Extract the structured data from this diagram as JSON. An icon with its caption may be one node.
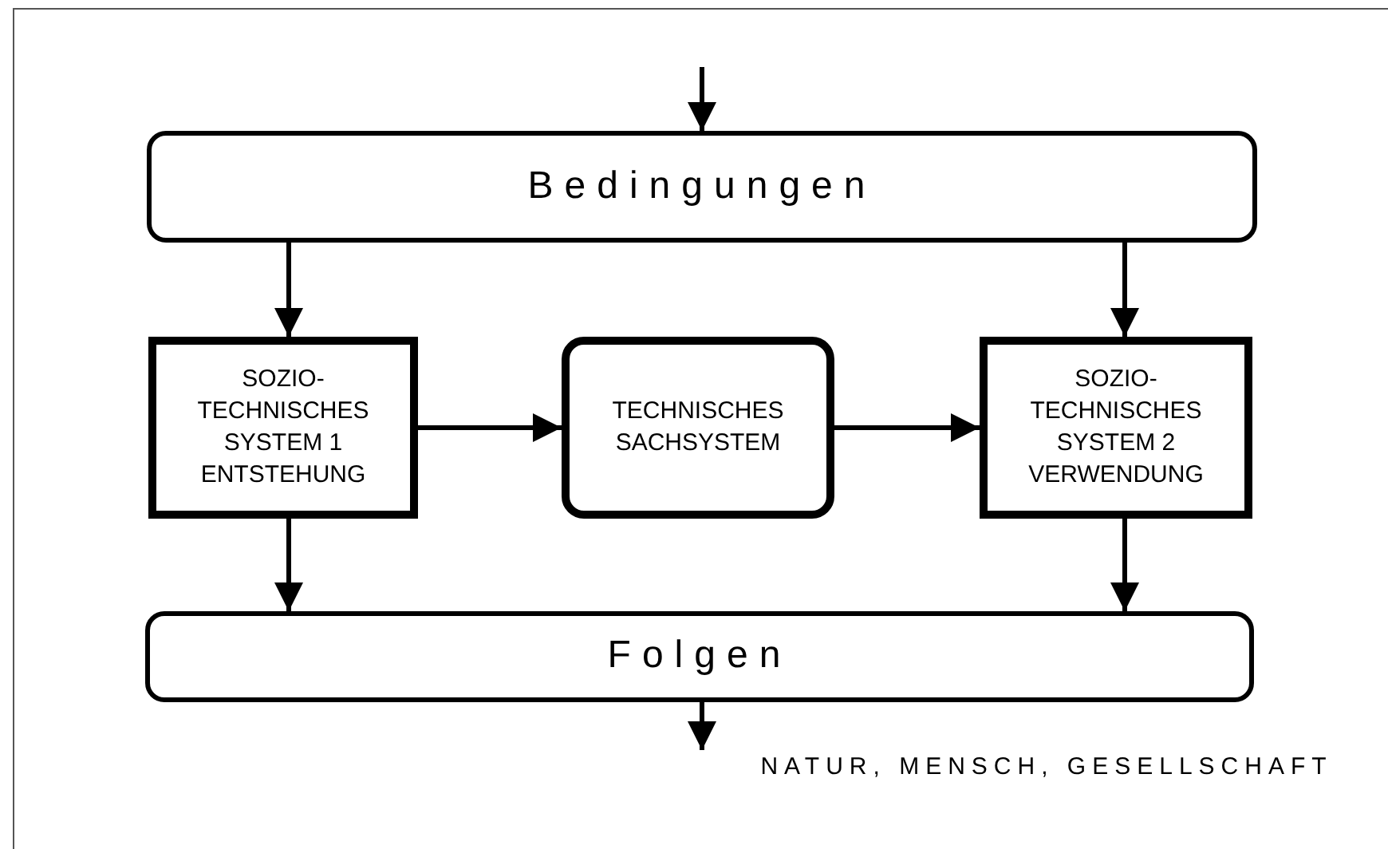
{
  "diagram": {
    "nodes": [
      {
        "text": [
          "Bedingungen"
        ]
      },
      {
        "text": [
          "SOZIO- TECHNISCHES SYSTEM 1 ENTSTEHUNG"
        ]
      },
      {
        "text": [
          "TECHNISCHES SACHSYSTEM"
        ]
      },
      {
        "text": [
          "SOZIO- TECHNISCHES SYSTEM 2 VERWENDUNG"
        ]
      },
      {
        "text": [
          "Folgen"
        ]
      },
      {
        "text": [
          "NATUR, MENSCH, GESELLSCHAFT"
        ]
      }
    ],
    "edges": [
      {
        "from": null,
        "to": 0,
        "arrow": "to"
      },
      {
        "from": 0,
        "to": 1,
        "arrow": "to"
      },
      {
        "from": 0,
        "to": 3,
        "arrow": "to"
      },
      {
        "from": 1,
        "to": 2,
        "arrow": "to"
      },
      {
        "from": 2,
        "to": 3,
        "arrow": "to"
      },
      {
        "from": 1,
        "to": 4,
        "arrow": "to"
      },
      {
        "from": 3,
        "to": 4,
        "arrow": "to"
      },
      {
        "from": 4,
        "to": 5,
        "arrow": "to"
      }
    ]
  }
}
